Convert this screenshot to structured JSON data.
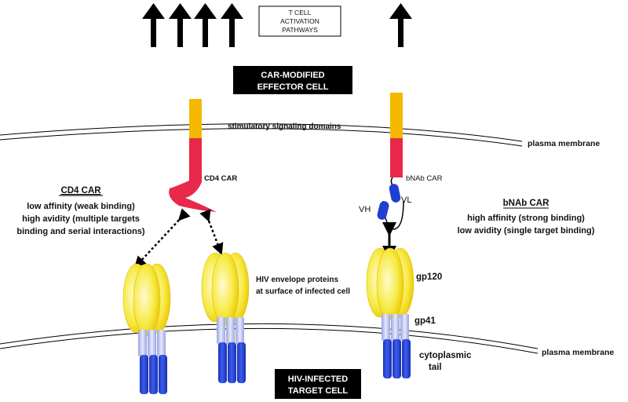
{
  "top_box": {
    "line1": "T CELL",
    "line2": "ACTIVATION",
    "line3": "PATHWAYS"
  },
  "effector_cell": {
    "line1": "CAR-MODIFIED",
    "line2": "EFFECTOR CELL"
  },
  "target_cell": {
    "line1": "HIV-INFECTED",
    "line2": "TARGET CELL"
  },
  "signaling_label": "stimulatory signaling domains",
  "membrane_upper_label": "plasma membrane",
  "membrane_lower_label": "plasma membrane",
  "cd4_car_label": "CD4 CAR",
  "bnab_car_label": "bNAb CAR",
  "vh_label": "VH",
  "vl_label": "VL",
  "cd4_panel": {
    "title": "CD4 CAR",
    "line1": "low affinity (weak binding)",
    "line2": "high avidity (multiple targets",
    "line3": "binding and serial interactions)"
  },
  "bnab_panel": {
    "title": "bNAb CAR",
    "line1": "high affinity (strong binding)",
    "line2": "low avidity (single target binding)"
  },
  "env_label": {
    "line1": "HIV envelope proteins",
    "line2": "at surface of infected cell"
  },
  "gp120_label": "gp120",
  "gp41_label": "gp41",
  "tail_label": {
    "line1": "cytoplasmic",
    "line2": "tail"
  },
  "colors": {
    "signal_top": "#f4b800",
    "signal_bottom": "#e8294a",
    "cd4_binder": "#e8294a",
    "gp120": "#f5e43a",
    "gp41": "#c8cdf2",
    "tail": "#1f3fd0",
    "vhvl": "#1f3fd0",
    "box_black": "#000000"
  }
}
